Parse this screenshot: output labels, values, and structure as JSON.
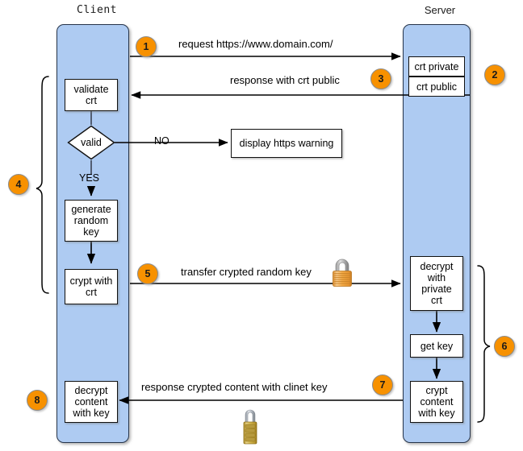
{
  "diagram": {
    "title_client": "Client",
    "title_server": "Server",
    "colors": {
      "lane_fill": "#aecbf2",
      "lane_border": "#26344a",
      "badge_fill": "#f79100",
      "badge_border": "#8c8c8c",
      "box_fill": "#ffffff",
      "box_border": "#111111",
      "arrow": "#000000",
      "background": "#ffffff"
    }
  },
  "client_steps": {
    "validate": "validate\ncrt",
    "decision": "valid",
    "branch_no": "NO",
    "branch_yes": "YES",
    "warning": "display https warning",
    "generate": "generate\nrandom\nkey",
    "crypt": "crypt with\ncrt",
    "decrypt": "decrypt\ncontent\nwith key"
  },
  "server_steps": {
    "crt_private": "crt private",
    "crt_public": "crt public",
    "decrypt_private": "decrypt\nwith\nprivate\ncrt",
    "get_key": "get key",
    "crypt_content": "crypt\ncontent\nwith key"
  },
  "messages": {
    "m1": "request https://www.domain.com/",
    "m3": "response with crt public",
    "m5": "transfer crypted random key",
    "m7": "response crypted content with clinet key"
  },
  "badges": {
    "b1": "1",
    "b2": "2",
    "b3": "3",
    "b4": "4",
    "b5": "5",
    "b6": "6",
    "b7": "7",
    "b8": "8"
  },
  "icons": {
    "lock_gold": "padlock-icon",
    "lock_brass": "combination-padlock-icon"
  }
}
